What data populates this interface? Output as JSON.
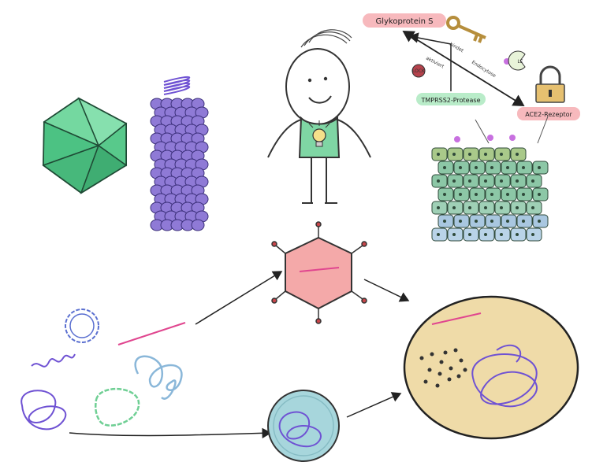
{
  "labels": {
    "glycoprotein": "Glykoprotein S",
    "tmprss2": "TMPRSS2-Protease",
    "ace2": "ACE2-Rezeptor",
    "aktiviert": "aktiviert",
    "bindet": "bindet",
    "endocytose": "Endocytose",
    "le": "LE",
    "lock_badge": "LOCK"
  },
  "colors": {
    "icosahedron": "#5fcf94",
    "capsid": "#8f7ad6",
    "rna": "#e0468f",
    "dna_blue": "#5a6fd0",
    "loop_purple": "#6f52d3",
    "loop_green": "#6fcf94",
    "loop_light": "#8ab7d9",
    "virus_body": "#f4a9a9",
    "cell_fill": "#efdba8",
    "vesicle_fill": "#a7d6dc",
    "label_pink": "#f7b9bd",
    "label_green": "#b9ecc9",
    "shirt": "#7fd6a4",
    "tissue_green": "#8cc7a6",
    "tissue_blue": "#a9c7e0",
    "lock_gold": "#e6c070"
  },
  "icons": [
    "icosahedron-icon",
    "helical-capsid-icon",
    "character-icon",
    "lightbulb-icon",
    "key-icon",
    "padlock-icon",
    "enzyme-icon",
    "epithelium-icon",
    "virus-particle-icon",
    "host-cell-icon",
    "vesicle-icon"
  ]
}
